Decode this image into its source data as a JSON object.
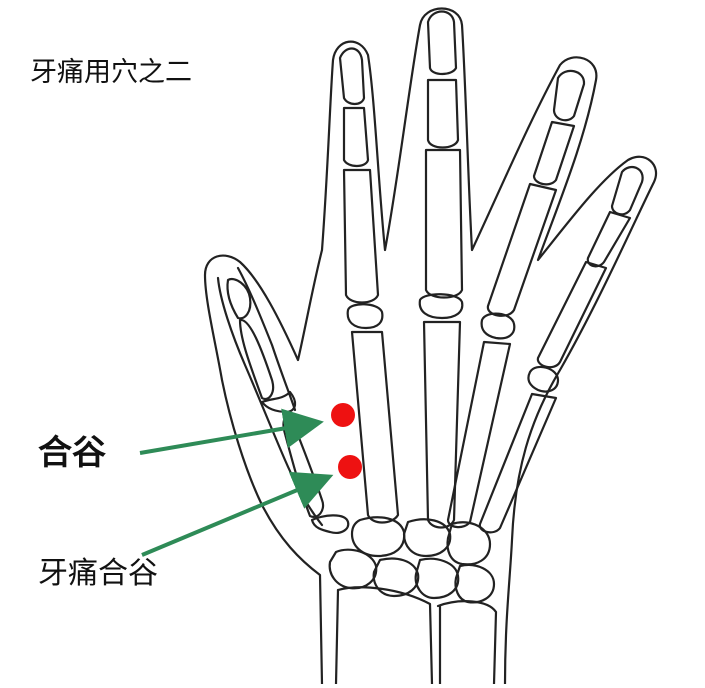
{
  "title": "牙痛用穴之二",
  "labels": [
    {
      "id": "hegu",
      "text": "合谷"
    },
    {
      "id": "yatong-hegu",
      "text": "牙痛合谷"
    }
  ],
  "colors": {
    "point": "#ee1111",
    "arrow": "#2e8b57",
    "outline": "#222222"
  },
  "icons": [
    "hand-skeleton-illustration",
    "acupoint-dot",
    "arrow"
  ]
}
